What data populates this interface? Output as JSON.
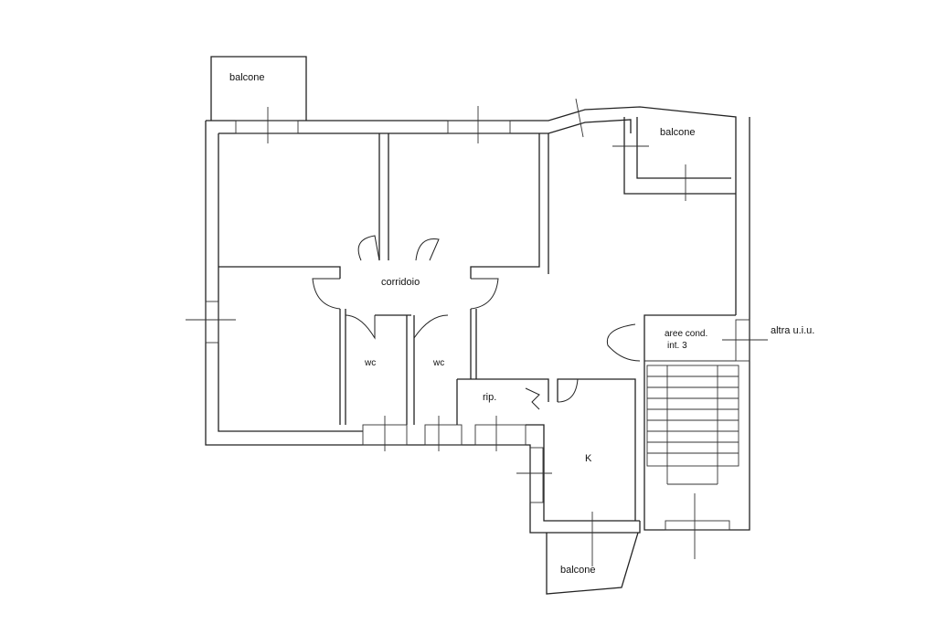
{
  "plan": {
    "labels": {
      "balcone_top_left": "balcone",
      "balcone_top_right": "balcone",
      "balcone_bottom": "balcone",
      "corridoio": "corridoio",
      "wc_1": "wc",
      "wc_2": "wc",
      "rip": "rip.",
      "kitchen": "K",
      "aree_cond_line1": "aree cond.",
      "aree_cond_line2": "int. 3",
      "altra_ui": "altra u.i.u."
    }
  }
}
